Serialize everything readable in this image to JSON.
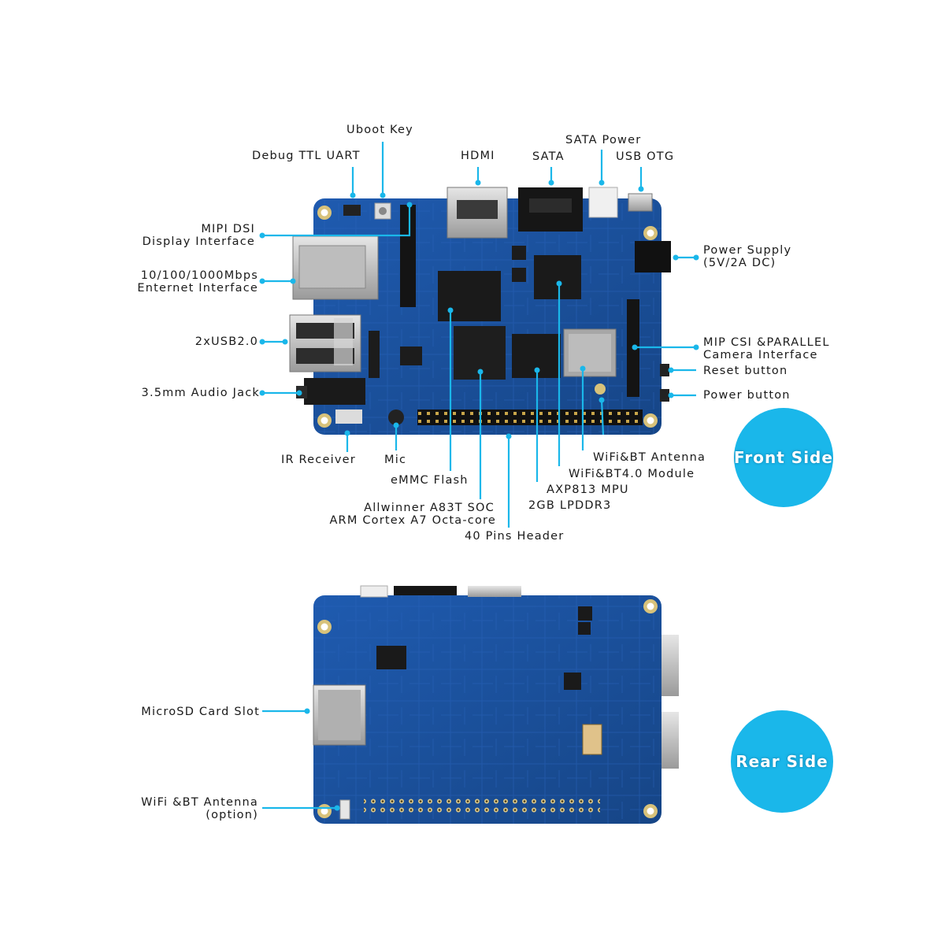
{
  "front": {
    "labels": {
      "uboot_key": "Uboot Key",
      "debug_uart": "Debug TTL UART",
      "hdmi": "HDMI",
      "sata": "SATA",
      "sata_power": "SATA Power",
      "usb_otg": "USB OTG",
      "mipi_dsi_1": "MIPI DSI",
      "mipi_dsi_2": "Display Interface",
      "ethernet_1": "10/100/1000Mbps",
      "ethernet_2": "Enternet Interface",
      "usb2": "2xUSB2.0",
      "audio_jack": "3.5mm Audio Jack",
      "ir_receiver": "IR Receiver",
      "mic": "Mic",
      "emmc": "eMMC Flash",
      "soc_1": "Allwinner A83T SOC",
      "soc_2": "ARM Cortex A7 Octa-core",
      "pins_header": "40 Pins Header",
      "lpddr3": "2GB LPDDR3",
      "axp813": "AXP813 MPU",
      "wifi_module": "WiFi&BT4.0 Module",
      "wifi_antenna": "WiFi&BT Antenna",
      "power_supply_1": "Power Supply",
      "power_supply_2": "(5V/2A DC)",
      "csi_1": "MIP CSI &PARALLEL",
      "csi_2": "Camera Interface",
      "reset_button": "Reset button",
      "power_button": "Power button"
    },
    "badge": "Front Side"
  },
  "rear": {
    "labels": {
      "microsd": "MicroSD Card Slot",
      "wifi_antenna_1": "WiFi &BT Antenna",
      "wifi_antenna_2": "(option)"
    },
    "badge": "Rear Side"
  },
  "colors": {
    "accent": "#1ab7ea",
    "board": "#1b4f9c",
    "board_dark": "#143d7d",
    "text": "#1a1a1a"
  }
}
